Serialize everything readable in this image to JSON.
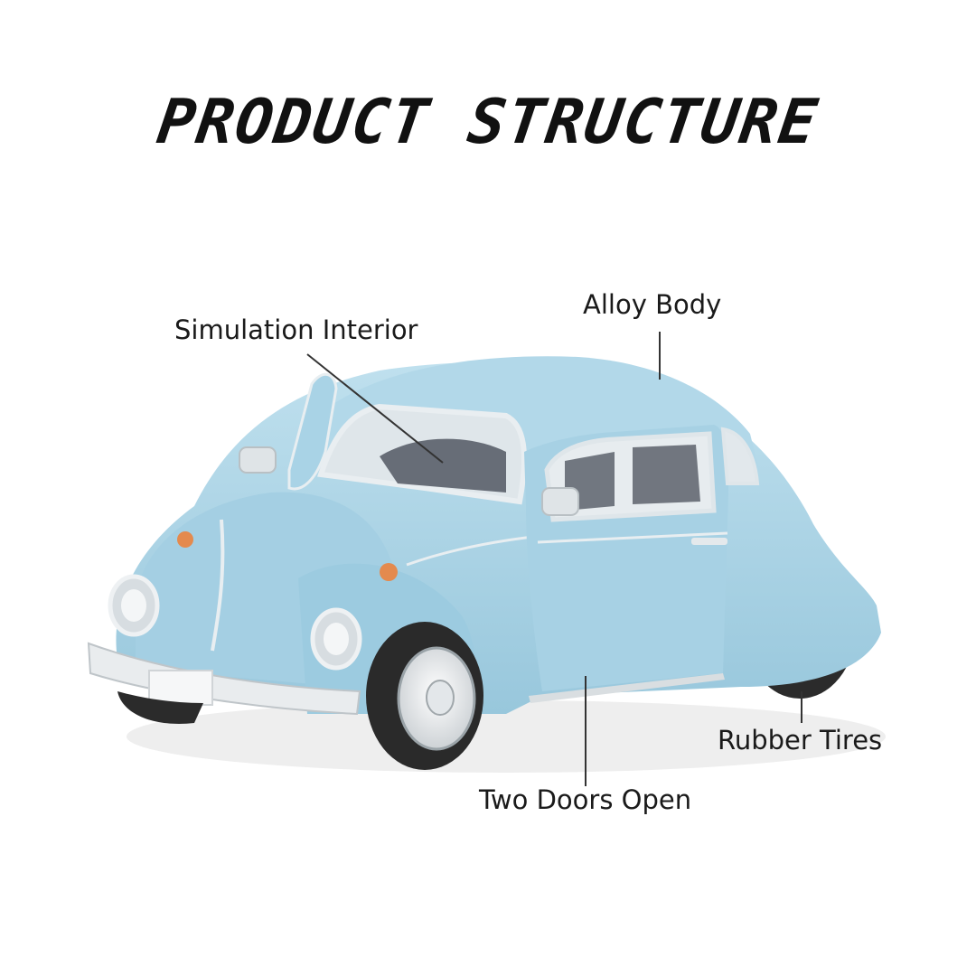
{
  "title": "PRODUCT STRUCTURE",
  "callouts": {
    "interior": "Simulation Interior",
    "body": "Alloy Body",
    "tires": "Rubber Tires",
    "doors": "Two Doors Open"
  },
  "colors": {
    "car_body": "#a9d3e6",
    "text": "#111111",
    "background": "#ffffff"
  }
}
